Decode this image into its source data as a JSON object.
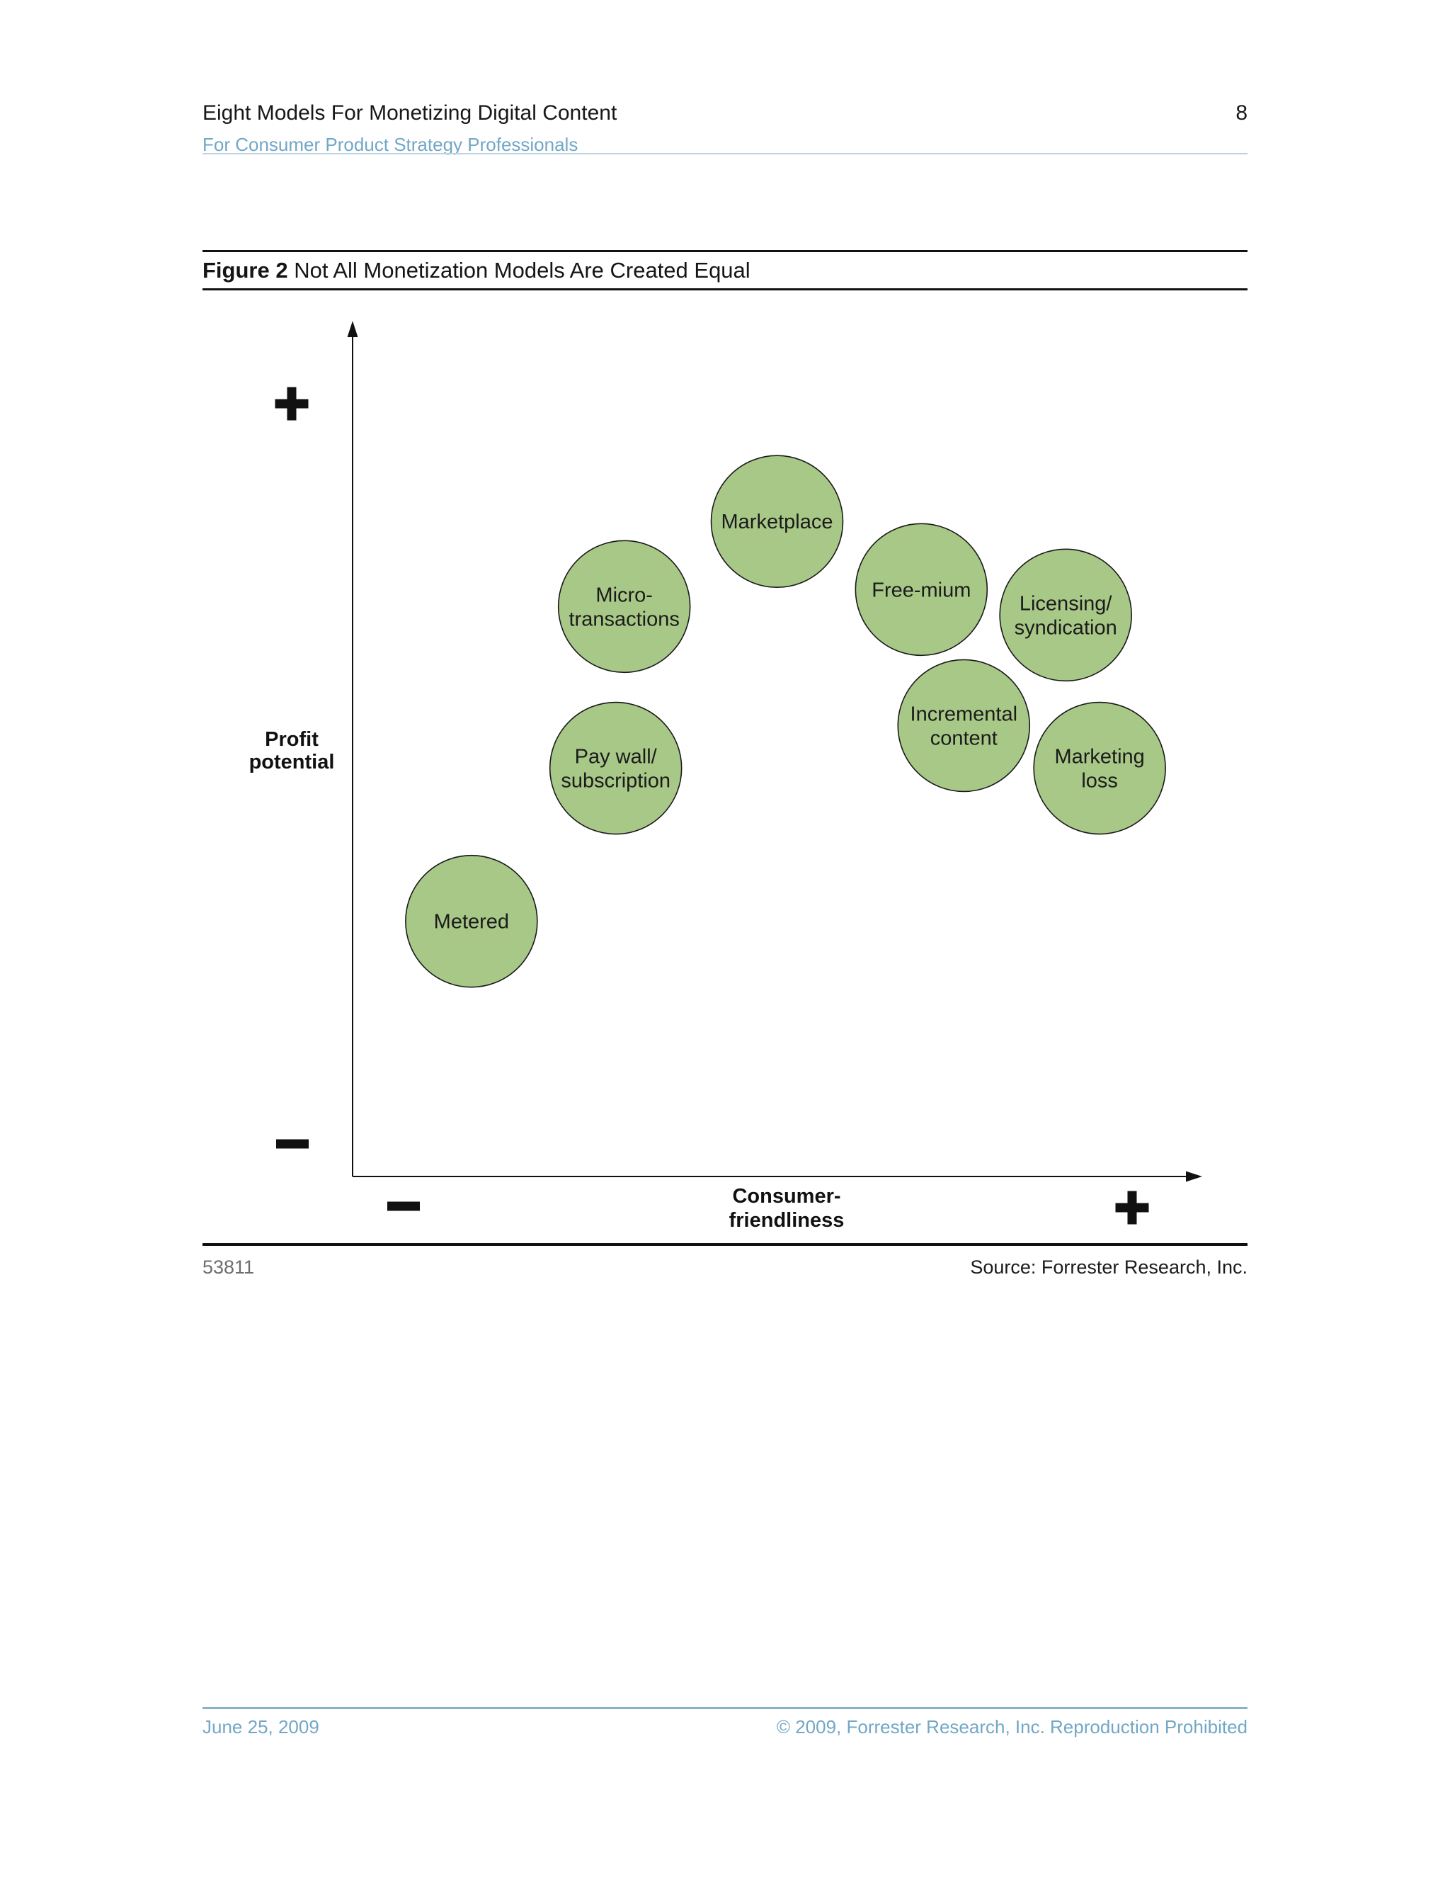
{
  "page": {
    "header": {
      "title": "Eight Models For Monetizing Digital Content",
      "page_number": "8",
      "subtitle": "For Consumer Product Strategy Professionals"
    },
    "figure": {
      "label": "Figure 2",
      "title": "Not All Monetization Models Are Created Equal"
    },
    "figure_footer": {
      "figure_id": "53811",
      "source": "Source: Forrester Research, Inc."
    },
    "page_footer": {
      "date": "June 25, 2009",
      "copyright": "© 2009, Forrester Research, Inc. Reproduction Prohibited"
    }
  },
  "colors": {
    "bubble_fill": "#a8c887",
    "bubble_stroke": "#1a1a1a",
    "axis_black": "#111111",
    "accent_blue": "#72a7c6",
    "rule_blue": "#84b3ca",
    "figure_id_gray": "#6e6e70"
  },
  "chart_data": {
    "type": "scatter",
    "title": "Not All Monetization Models Are Created Equal",
    "xlabel": "Consumer-friendliness",
    "ylabel": "Profit potential",
    "x_axis": {
      "label_lines": [
        "Consumer-",
        "friendliness"
      ],
      "min_symbol": "−",
      "max_symbol": "+"
    },
    "y_axis": {
      "label_lines": [
        "Profit",
        "potential"
      ],
      "min_symbol": "−",
      "max_symbol": "+"
    },
    "axis_range_note": "qualitative axes from − to +, values normalized 0–1",
    "bubble_radius_px": 93,
    "points": [
      {
        "id": "marketplace",
        "label_lines": [
          "Marketplace"
        ],
        "x": 0.5,
        "y": 0.77
      },
      {
        "id": "micro-transactions",
        "label_lines": [
          "Micro-",
          "transactions"
        ],
        "x": 0.32,
        "y": 0.67
      },
      {
        "id": "free-mium",
        "label_lines": [
          "Free-mium"
        ],
        "x": 0.67,
        "y": 0.69
      },
      {
        "id": "licensing-syndication",
        "label_lines": [
          "Licensing/",
          "syndication"
        ],
        "x": 0.84,
        "y": 0.66
      },
      {
        "id": "incremental-content",
        "label_lines": [
          "Incremental",
          "content"
        ],
        "x": 0.72,
        "y": 0.53
      },
      {
        "id": "marketing-loss",
        "label_lines": [
          "Marketing",
          "loss"
        ],
        "x": 0.88,
        "y": 0.48
      },
      {
        "id": "pay-wall-subscription",
        "label_lines": [
          "Pay wall/",
          "subscription"
        ],
        "x": 0.31,
        "y": 0.48
      },
      {
        "id": "metered",
        "label_lines": [
          "Metered"
        ],
        "x": 0.14,
        "y": 0.3
      }
    ]
  }
}
